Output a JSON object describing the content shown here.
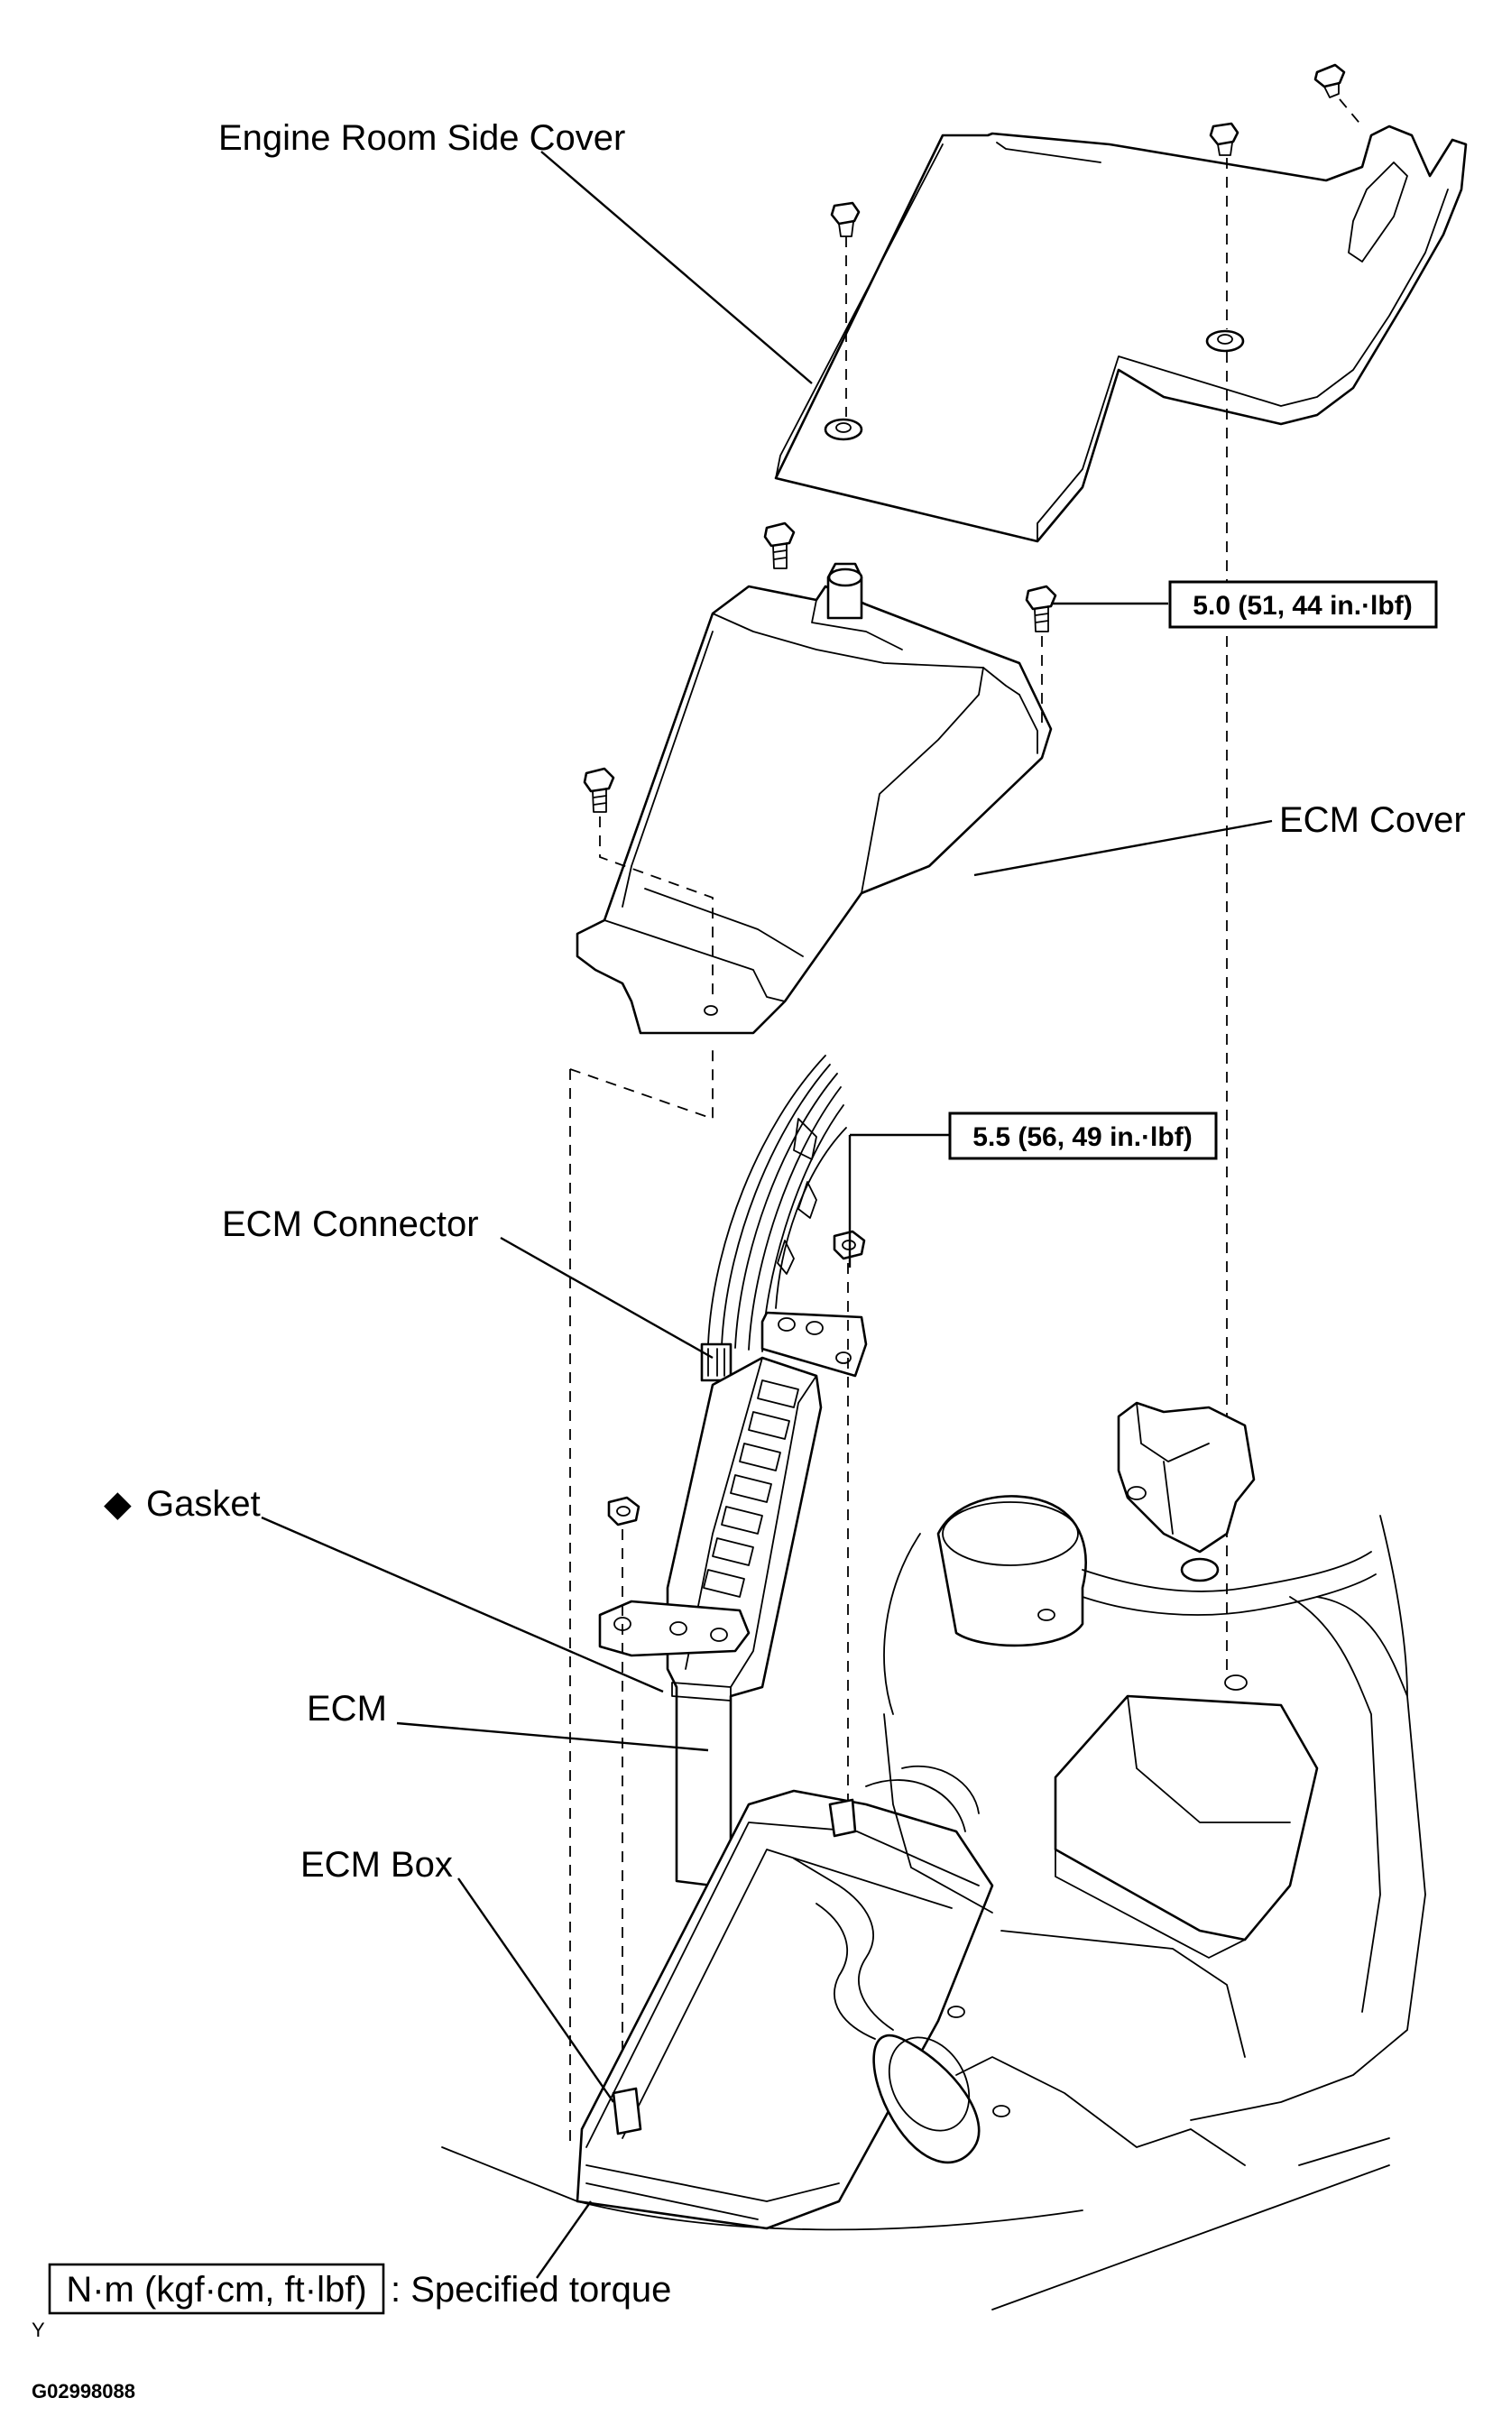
{
  "labels": {
    "engine_room_side_cover": "Engine Room Side Cover",
    "ecm_cover": "ECM Cover",
    "ecm_connector": "ECM Connector",
    "gasket": "Gasket",
    "gasket_marker": "◆",
    "ecm": "ECM",
    "ecm_box": "ECM Box"
  },
  "torque": {
    "ecm_cover_bolt": "5.0 (51, 44 in.·lbf)",
    "ecm_bracket_nut": "5.5 (56, 49 in.·lbf)"
  },
  "legend": {
    "unit_box": "N·m (kgf·cm, ft·lbf)",
    "description": ": Specified torque"
  },
  "footer": {
    "orientation_mark": "Y",
    "figure_code": "G02998088"
  }
}
